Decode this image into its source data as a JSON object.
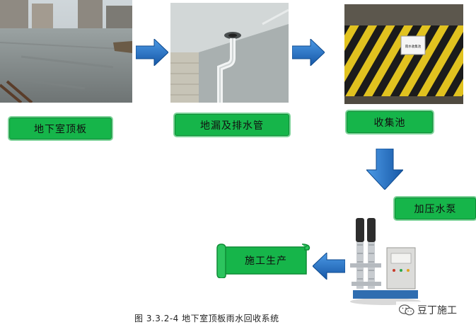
{
  "labels": {
    "roof": "地下室顶板",
    "drain": "地漏及排水管",
    "tank": "收集池",
    "pump": "加压水泵",
    "use": "施工生产"
  },
  "caption": "图 3.3.2-4 地下室顶板雨水回收系统",
  "brand": {
    "text": "豆丁施工",
    "icon": "wechat-icon"
  },
  "photos": {
    "roof": "concrete-roof-photo",
    "drain": "drain-pipe-photo",
    "tank": "collection-tank-photo",
    "pump": "pump-unit-photo"
  },
  "tank_sign": "雨水收集池",
  "colors": {
    "label_green": "#16b54a",
    "arrow_blue": "#1f73c7"
  }
}
